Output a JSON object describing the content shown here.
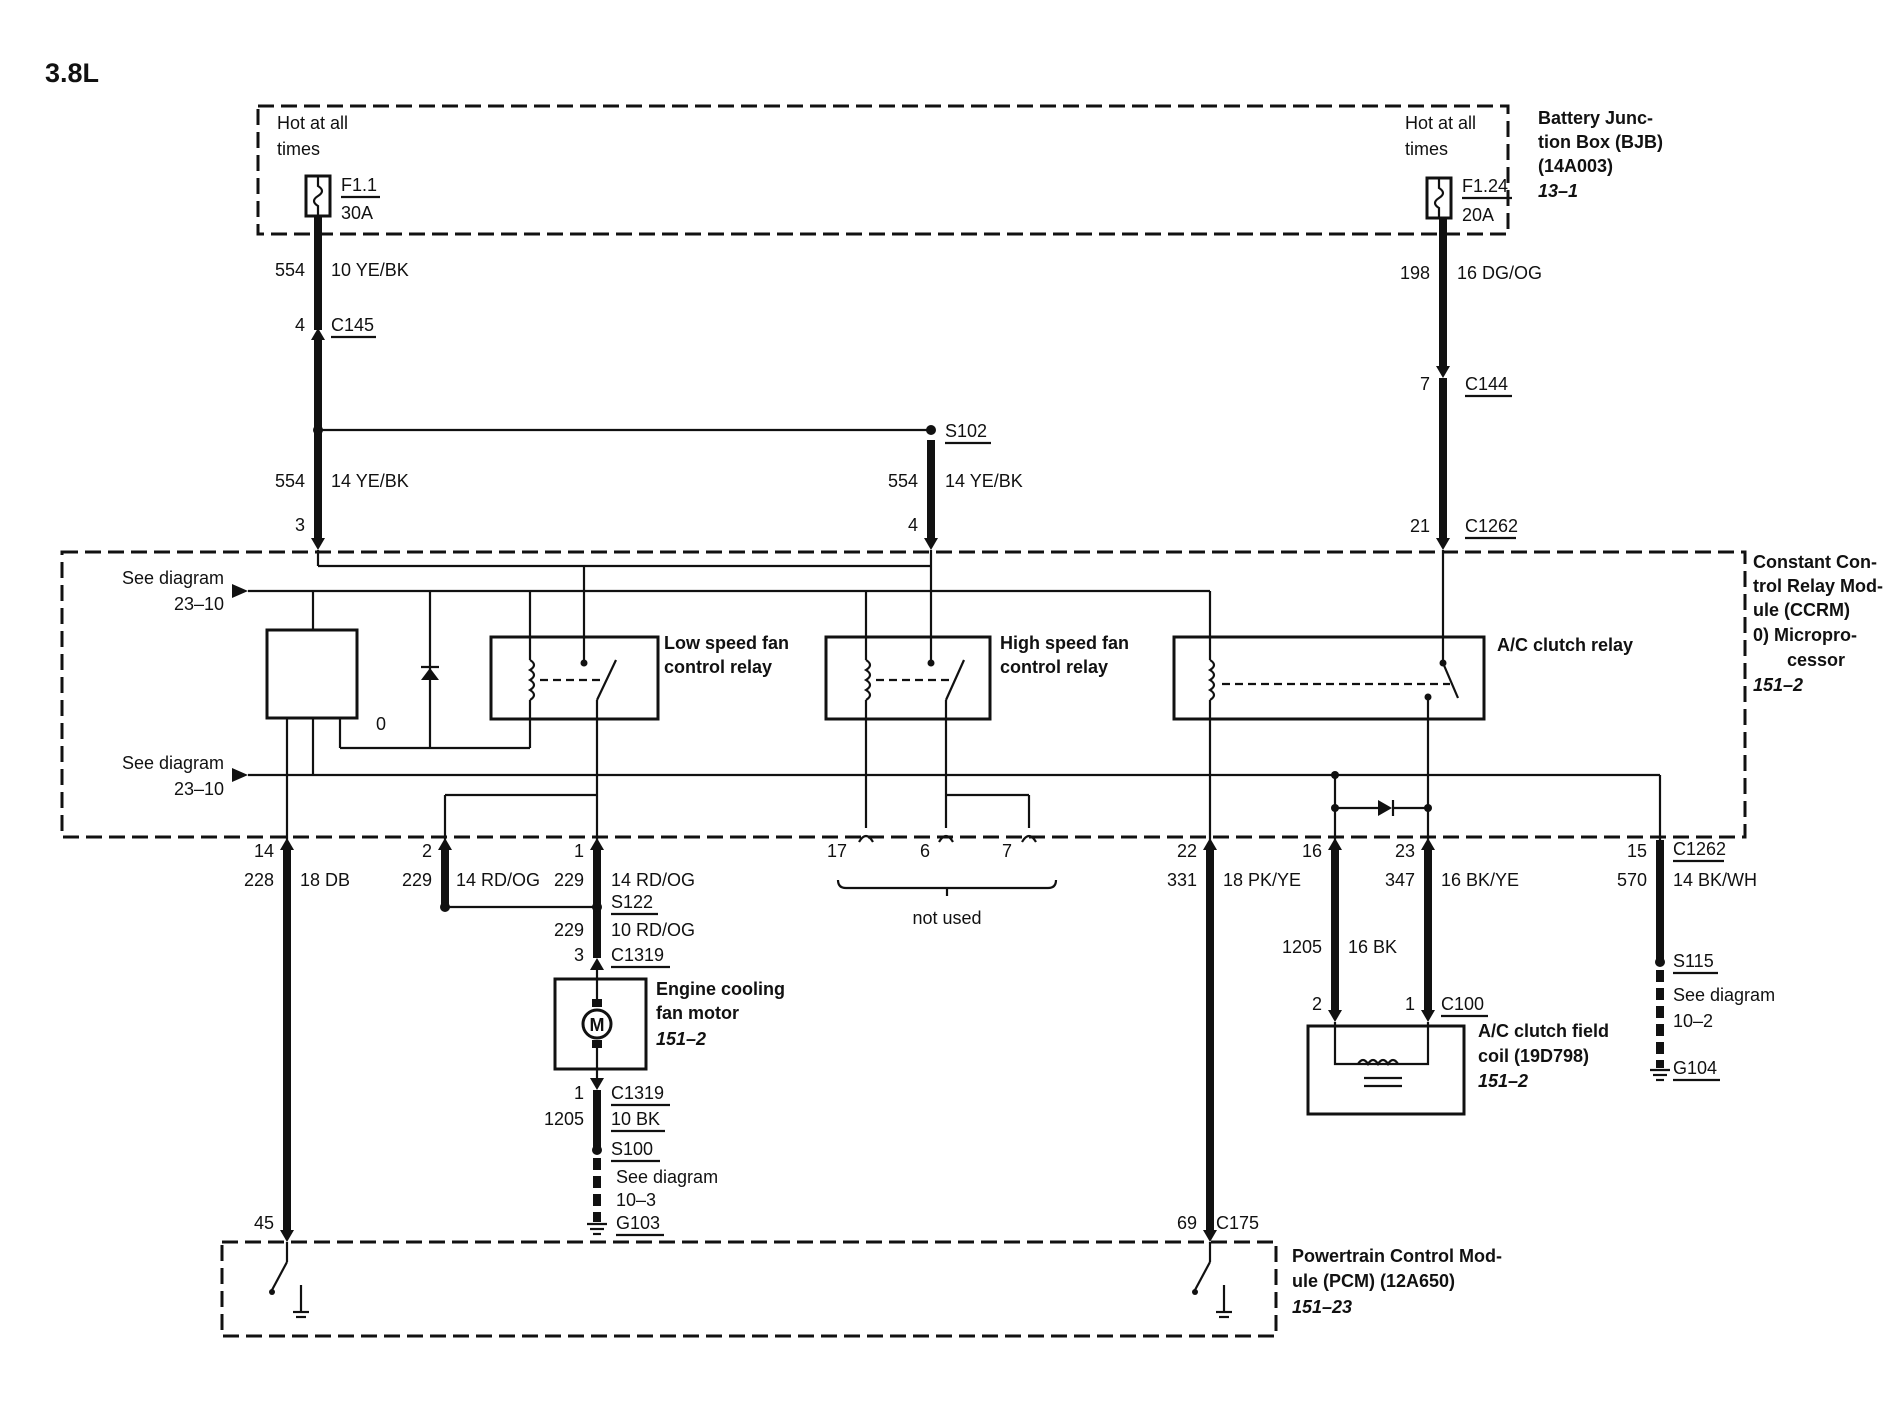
{
  "title": "3.8L",
  "bjb": {
    "name_lines": [
      "Battery Junc-",
      "tion Box (BJB)",
      "(14A003)"
    ],
    "ref": "13–1",
    "left_hot": [
      "Hot at all",
      "times"
    ],
    "right_hot": [
      "Hot at all",
      "times"
    ],
    "fuse_left_id": "F1.1",
    "fuse_left_amp": "30A",
    "fuse_right_id": "F1.24",
    "fuse_right_amp": "20A"
  },
  "ccrm": {
    "name_lines": [
      "Constant Con-",
      "trol Relay Mod-",
      "ule (CCRM)",
      "0)    Micropro-",
      "cessor"
    ],
    "ref": "151–2",
    "see_diagram_top": [
      "See diagram",
      "23–10"
    ],
    "see_diagram_bottom": [
      "See diagram",
      "23–10"
    ],
    "zero_label": "0",
    "relays": {
      "low": [
        "Low speed fan",
        "control relay"
      ],
      "high": [
        "High speed fan",
        "control relay"
      ],
      "ac": "A/C clutch relay"
    }
  },
  "wires": {
    "w554_top_circuit": "554",
    "w554_top_gauge": "10 YE/BK",
    "c145_pin": "4",
    "c145": "C145",
    "w198_circuit": "198",
    "w198_gauge": "16 DG/OG",
    "c144_pin": "7",
    "c144": "C144",
    "s102": "S102",
    "w554_left_circuit": "554",
    "w554_left_gauge": "14 YE/BK",
    "w554_mid_circuit": "554",
    "w554_mid_gauge": "14 YE/BK",
    "pin_3": "3",
    "pin_4": "4",
    "pin_21": "21",
    "c1262_top": "C1262"
  },
  "bottom": {
    "pin_14": "14",
    "w228_circuit": "228",
    "w228_gauge": "18 DB",
    "pin_2": "2",
    "w229a_circuit": "229",
    "w229a_gauge": "14 RD/OG",
    "pin_1": "1",
    "w229b_circuit": "229",
    "w229b_gauge": "14 RD/OG",
    "s122": "S122",
    "w229c_circuit": "229",
    "w229c_gauge": "10 RD/OG",
    "c1319_top_pin": "3",
    "c1319_top": "C1319",
    "motor_label": [
      "Engine cooling",
      "fan motor"
    ],
    "motor_ref": "151–2",
    "motor_symbol": "M",
    "c1319_bot_pin": "1",
    "c1319_bot": "C1319",
    "w1205_circuit": "1205",
    "w1205_gauge": "10 BK",
    "s100": "S100",
    "see_103": [
      "See diagram",
      "10–3"
    ],
    "g103": "G103",
    "pin_17": "17",
    "pin_6": "6",
    "pin_7": "7",
    "not_used": "not used",
    "pin_22": "22",
    "w331_circuit": "331",
    "w331_gauge": "18 PK/YE",
    "pin_16": "16",
    "pin_23": "23",
    "w347_circuit": "347",
    "w347_gauge": "16 BK/YE",
    "w1205b_circuit": "1205",
    "w1205b_gauge": "16 BK",
    "c100_pin2": "2",
    "c100_pin1": "1",
    "c100": "C100",
    "clutch_label": [
      "A/C clutch field",
      "coil (19D798)"
    ],
    "clutch_ref": "151–2",
    "pin_15": "15",
    "c1262_bot": "C1262",
    "w570_circuit": "570",
    "w570_gauge": "14 BK/WH",
    "s115": "S115",
    "see_104": [
      "See diagram",
      "10–2"
    ],
    "g104": "G104"
  },
  "pcm": {
    "pin_45": "45",
    "pin_69": "69",
    "c175": "C175",
    "name_lines": [
      "Powertrain Control Mod-",
      "ule (PCM) (12A650)"
    ],
    "ref": "151–23"
  }
}
